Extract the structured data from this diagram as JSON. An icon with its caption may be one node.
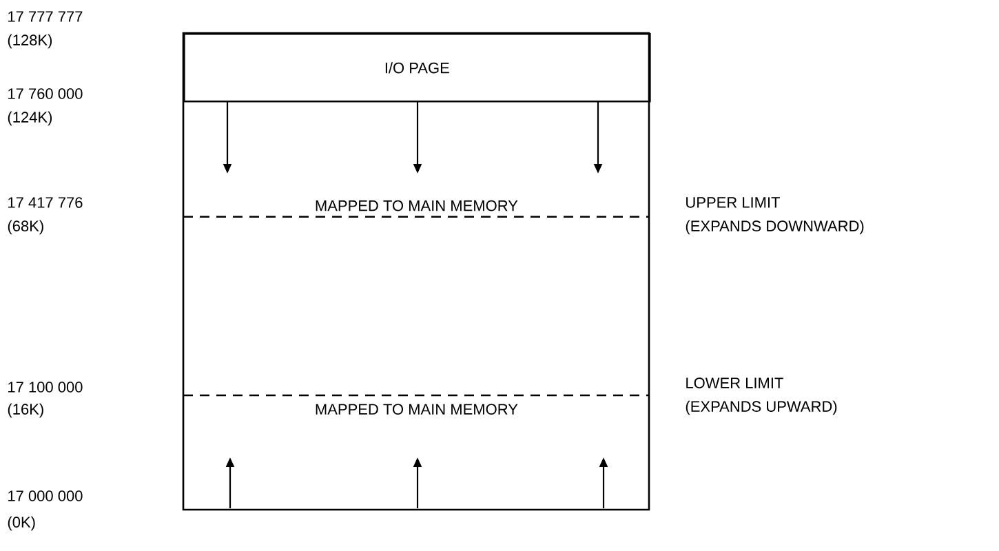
{
  "diagram": {
    "nodes": [
      {
        "text": [
          "I/O PAGE"
        ]
      },
      {
        "text": [
          "MAPPED TO MAIN MEMORY"
        ]
      },
      {
        "text": [
          "MAPPED TO MAIN MEMORY"
        ]
      }
    ],
    "labels": [
      "17 777 777",
      "(128K)",
      "17 760 000",
      "(124K)",
      "17 417 776",
      "(68K)",
      "UPPER LIMIT",
      "(EXPANDS DOWNWARD)",
      "17 100 000",
      "(16K)",
      "LOWER LIMIT",
      "(EXPANDS UPWARD)",
      "17 000 000",
      "(0K)"
    ]
  }
}
